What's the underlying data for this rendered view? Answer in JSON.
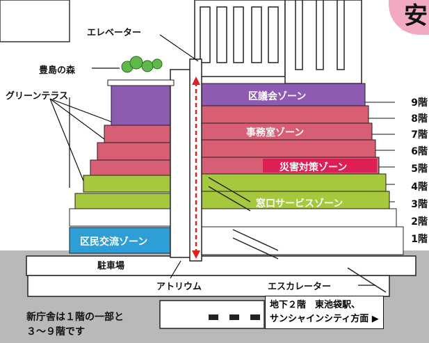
{
  "corner_text": "安",
  "labels": {
    "elevator": "エレベーター",
    "forest": "豊島の森",
    "green_terrace": "グリーンテラス",
    "parking": "駐車場",
    "atrium": "アトリウム",
    "escalator": "エスカレーター"
  },
  "zones": {
    "ward_assembly": "区議会ゾーン",
    "office": "事務室ゾーン",
    "disaster": "災害対策ゾーン",
    "service_window": "窓口サービスゾーン",
    "citizen_exchange": "区民交流ゾーン"
  },
  "floors": [
    "9階",
    "8階",
    "7階",
    "6階",
    "5階",
    "4階",
    "3階",
    "2階",
    "1階"
  ],
  "note": {
    "line1": "新庁舎は１階の一部と",
    "line2": "３～９階です"
  },
  "access_box": {
    "line1": "地下２階　東池袋駅、",
    "line2": "サンシャインシティ方面 ▶"
  },
  "colors": {
    "purple": "#8e5bb3",
    "pink": "#d85f73",
    "red": "#dd1f55",
    "green": "#a6c83c",
    "blue": "#2e9fd6",
    "corner": "#f2a9c4"
  }
}
